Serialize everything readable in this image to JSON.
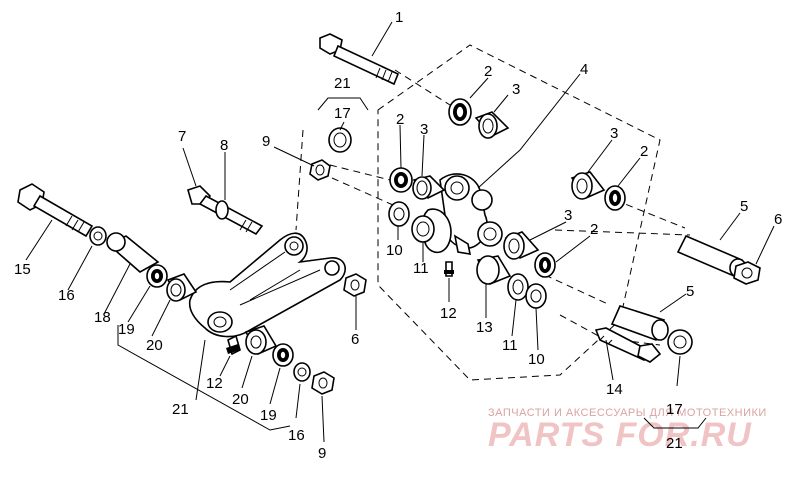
{
  "labels": {
    "n1": "1",
    "n2a": "2",
    "n3a": "3",
    "n4": "4",
    "n21a": "21",
    "n17a": "17",
    "n9a": "9",
    "n2b": "2",
    "n3b": "3",
    "n3c": "3",
    "n2c": "2",
    "n7": "7",
    "n8": "8",
    "n5a": "5",
    "n6a": "6",
    "n3d": "3",
    "n2d": "2",
    "n10a": "10",
    "n11a": "11",
    "n15": "15",
    "n16a": "16",
    "n18": "18",
    "n19a": "19",
    "n20a": "20",
    "n12a": "12",
    "n5b": "5",
    "n6b": "6",
    "n13": "13",
    "n11b": "11",
    "n10b": "10",
    "n12b": "12",
    "n20b": "20",
    "n19b": "19",
    "n16b": "16",
    "n21b": "21",
    "n9b": "9",
    "n14": "14",
    "n17b": "17",
    "n21c": "21"
  },
  "watermark": {
    "caption": "ЗАПЧАСТИ И АКСЕССУАРЫ ДЛЯ МОТОТЕХНИКИ",
    "brand": "PARTS FOR.RU"
  }
}
